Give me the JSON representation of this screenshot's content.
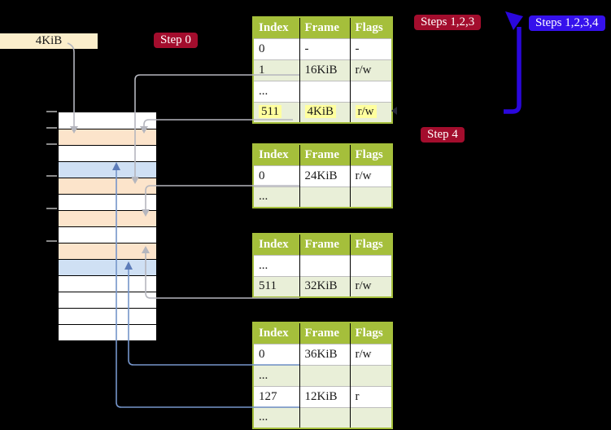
{
  "free_page_label": "4KiB",
  "badges": {
    "step0": {
      "label": "Step 0"
    },
    "steps123": {
      "label": "Steps 1,2,3"
    },
    "steps1234": {
      "label": "Steps 1,2,3,4"
    },
    "step4": {
      "label": "Step 4"
    }
  },
  "tables": [
    {
      "name": "page-table-1",
      "headers": [
        "Index",
        "Frame",
        "Flags"
      ],
      "rows": [
        [
          "0",
          "-",
          "-"
        ],
        [
          "1",
          "16KiB",
          "r/w"
        ],
        [
          "...",
          "",
          ""
        ],
        [
          "511",
          "4KiB",
          "r/w"
        ]
      ],
      "highlighted_row": "511"
    },
    {
      "name": "page-table-2",
      "headers": [
        "Index",
        "Frame",
        "Flags"
      ],
      "rows": [
        [
          "0",
          "24KiB",
          "r/w"
        ],
        [
          "...",
          "",
          ""
        ]
      ]
    },
    {
      "name": "page-table-3",
      "headers": [
        "Index",
        "Frame",
        "Flags"
      ],
      "rows": [
        [
          "...",
          "",
          ""
        ],
        [
          "511",
          "32KiB",
          "r/w"
        ]
      ]
    },
    {
      "name": "page-table-4",
      "headers": [
        "Index",
        "Frame",
        "Flags"
      ],
      "rows": [
        [
          "0",
          "36KiB",
          "r/w"
        ],
        [
          "...",
          "",
          ""
        ],
        [
          "127",
          "12KiB",
          "r"
        ],
        [
          "...",
          "",
          ""
        ]
      ]
    }
  ],
  "memory": {
    "row_colors": [
      "white",
      "peach",
      "white",
      "blue",
      "peach",
      "white",
      "peach",
      "white",
      "peach",
      "blue",
      "white",
      "white",
      "white",
      "white"
    ]
  },
  "colors": {
    "background": "#000000",
    "table_header_green": "#a5bf3b",
    "table_row_green": "#e9efd8",
    "highlight_yellow": "#ffff9e",
    "peach": "#fce4cb",
    "light_blue": "#cfe0f4",
    "cream": "#fbeecb",
    "badge_red": "#a30d2d",
    "badge_blue": "#3511ec",
    "arrow_blue": "#2a07dd",
    "line_gray": "#b5b6be",
    "line_steel_blue": "#7595ca",
    "arrow_steel_blue": "#5d7cb9",
    "ink": "#1a1a1a"
  }
}
